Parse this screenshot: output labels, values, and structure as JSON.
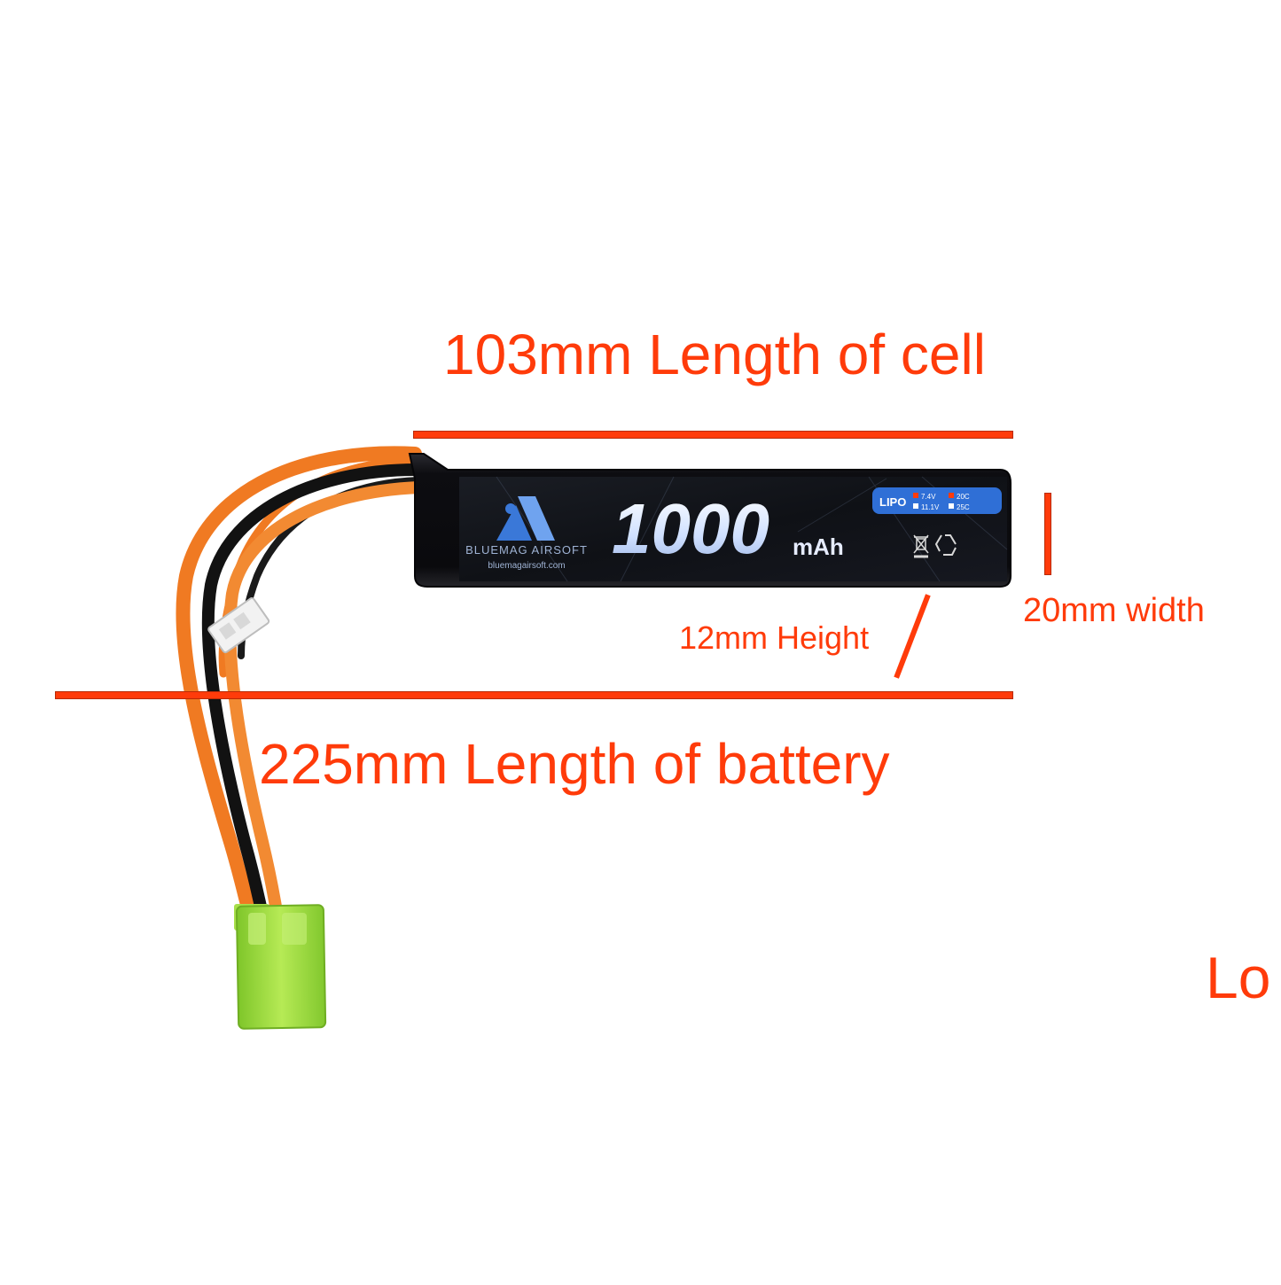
{
  "annotations": {
    "cell_length": "103mm Length of cell",
    "battery_length": "225mm Length of battery",
    "width": "20mm width",
    "height": "12mm Height",
    "partial": "Lo"
  },
  "battery_label": {
    "capacity": "1000",
    "unit": "mAh",
    "brand": "BLUEMAG AIRSOFT",
    "website": "bluemagairsoft.com",
    "chemistry": "LIPO",
    "voltage_options": [
      "7.4V",
      "11.1V"
    ],
    "c_rating_options": [
      "20C",
      "25C"
    ]
  },
  "colors": {
    "annotation": "#ff3b0a",
    "battery_body": "#0b0b0e",
    "wire_orange": "#f07a22",
    "wire_black": "#111111",
    "connector_green": "#9fdc3a",
    "lipo_badge": "#2f6fd6"
  },
  "icons": [
    "bluemag-logo-icon",
    "recycle-icon",
    "bin-icon"
  ]
}
